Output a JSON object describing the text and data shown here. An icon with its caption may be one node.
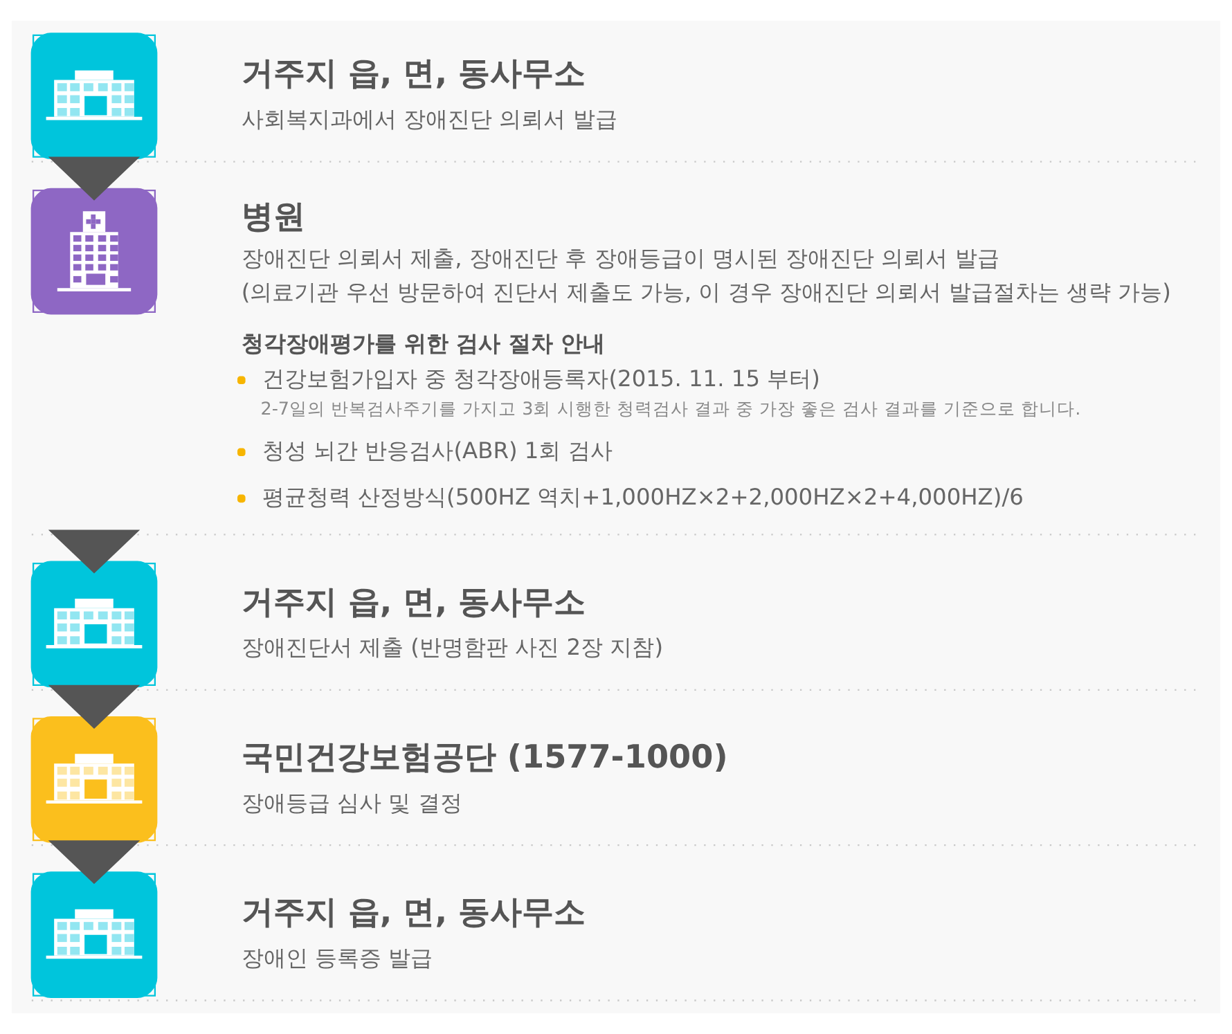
{
  "diagram": {
    "nodes": [
      {
        "text": [
          "거주지 읍, 면, 동사무소",
          "사회복지과에서 장애진단 의뢰서 발급"
        ]
      },
      {
        "text": [
          "병원",
          "장애진단 의뢰서 제출, 장애진단 후 장애등급이 명시된 장애진단 의뢰서 발급",
          "(의료기관 우선 방문하여 진단서 제출도 가능, 이 경우 장애진단 의뢰서 발급절차는 생략 가능)",
          "청각장애평가를 위한 검사 절차 안내",
          "건강보험가입자 중 청각장애등록자(2015. 11. 15 부터)",
          "2-7일의 반복검사주기를 가지고 3회 시행한 청력검사 결과 중 가장 좋은 검사 결과를 기준으로 합니다.",
          "청성 뇌간 반응검사(ABR) 1회 검사",
          "평균청력 산정방식(500HZ 역치+1,000HZ×2+2,000HZ×2+4,000HZ)/6"
        ]
      },
      {
        "text": [
          "거주지 읍, 면, 동사무소",
          "장애진단서 제출 (반명함판 사진 2장 지참)"
        ]
      },
      {
        "text": [
          "국민건강보험공단 (1577-1000)",
          "장애등급 심사 및 결정"
        ]
      },
      {
        "text": [
          "거주지 읍, 면, 동사무소",
          "장애인 등록증 발급"
        ]
      }
    ],
    "edges": [
      {
        "from": 0,
        "to": 1,
        "arrow": "to"
      },
      {
        "from": 1,
        "to": 2,
        "arrow": "to"
      },
      {
        "from": 2,
        "to": 3,
        "arrow": "to"
      },
      {
        "from": 3,
        "to": 4,
        "arrow": "to"
      }
    ]
  }
}
